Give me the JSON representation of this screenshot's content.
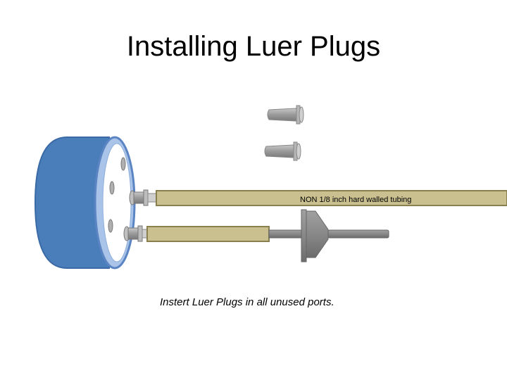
{
  "title": "Installing Luer Plugs",
  "tube_label": "NON 1/8 inch hard walled tubing",
  "caption": "Instert Luer Plugs in all unused ports.",
  "colors": {
    "drum_blue": "#4a7ebb",
    "drum_rim": "#a9c4e8",
    "tubing": "#c9bf8f",
    "tubing_border": "#8a7f4f",
    "plug_gray": "#9a9a9a"
  }
}
